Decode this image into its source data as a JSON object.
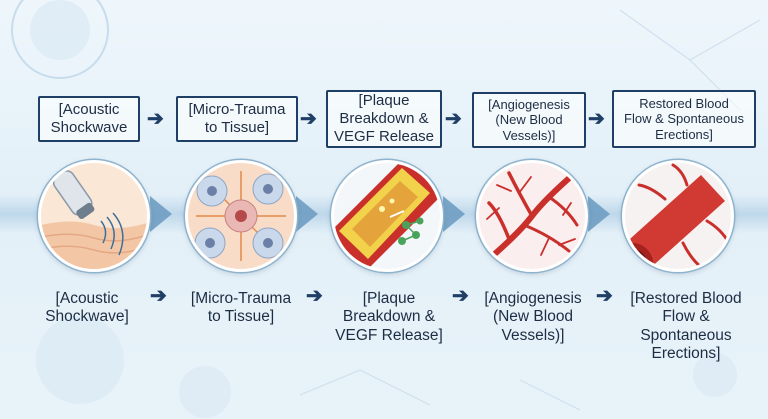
{
  "steps": [
    {
      "top": "[Acoustic\nShockwave",
      "bottom": "[Acoustic\nShockwave]",
      "icon": "shockwave-probe"
    },
    {
      "top": "[Micro-Trauma\nto Tissue]",
      "bottom": "[Micro-Trauma\nto Tissue]",
      "icon": "cells"
    },
    {
      "top": "[Plaque\nBreakdown &\nVEGF Release",
      "bottom": "[Plaque\nBreakdown &\nVEGF Release]",
      "icon": "artery-plaque"
    },
    {
      "top": "[Angiogenesis\n(New Blood\nVessels)]",
      "bottom": "[Angiogenesis\n(New Blood\nVessels)]",
      "icon": "vessel-network"
    },
    {
      "top": "Restored Blood\nFlow & Spontaneous\nErections]",
      "bottom": "[Restored Blood\nFlow &\nSpontaneous\nErections]",
      "icon": "healthy-vessel"
    }
  ],
  "colors": {
    "frame": "#1f3f66",
    "text": "#1d2d44",
    "vessel": "#c9302c",
    "flow": "#6f9dc2"
  }
}
